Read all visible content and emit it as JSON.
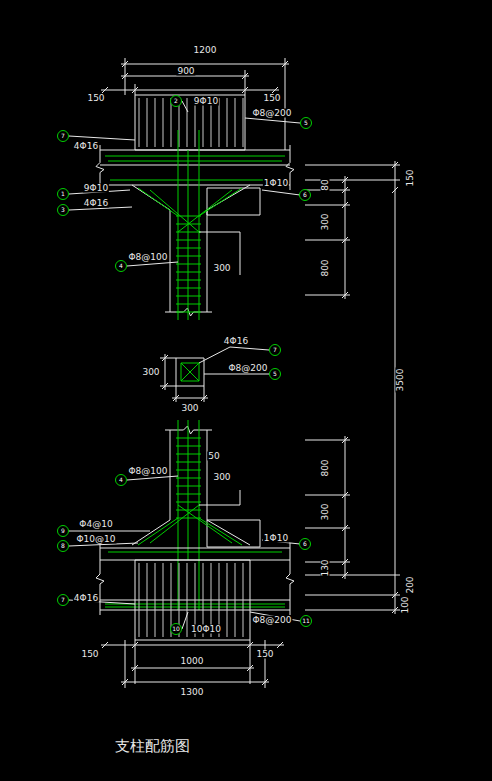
{
  "diagram": {
    "caption": "支柱配筋图",
    "labels": [
      "1200",
      "900",
      "150",
      "150",
      "2",
      "9Φ10",
      "Φ8@200",
      "5",
      "7",
      "4Φ16",
      "80",
      "150",
      "1",
      "9Φ10",
      "1Φ10",
      "6",
      "3",
      "4Φ16",
      "300",
      "800",
      "4",
      "Φ8@100",
      "300",
      "3500",
      "300",
      "4Φ16",
      "7",
      "Φ8@200",
      "5",
      "300",
      "4",
      "Φ8@100",
      "50",
      "300",
      "800",
      "300",
      "9",
      "Φ4@10",
      "8",
      "Φ10@10",
      "1Φ10",
      "6",
      "130",
      "200",
      "7",
      "4Φ16",
      "100",
      "10",
      "10Φ10",
      "Φ8@200",
      "11",
      "150",
      "1000",
      "150",
      "1300"
    ]
  }
}
